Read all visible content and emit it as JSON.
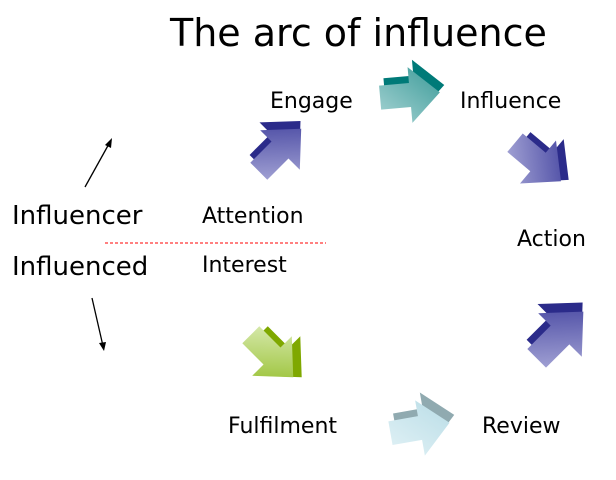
{
  "title": "The arc of influence",
  "stages": {
    "engage": "Engage",
    "influence": "Influence",
    "action": "Action",
    "review": "Review",
    "fulfilment": "Fulfilment",
    "attention": "Attention",
    "interest": "Interest"
  },
  "roles": {
    "influencer": "Influencer",
    "influenced": "Influenced"
  },
  "colors": {
    "purple_dark": "#2b2b8a",
    "purple_light": "#a8a8d8",
    "teal_dark": "#007a78",
    "teal_light": "#a0d0d0",
    "green_dark": "#7fa800",
    "green_light": "#d8eab0",
    "ice_dark": "#90aab0",
    "ice_light": "#d8eef4",
    "divider": "#ff0000"
  }
}
